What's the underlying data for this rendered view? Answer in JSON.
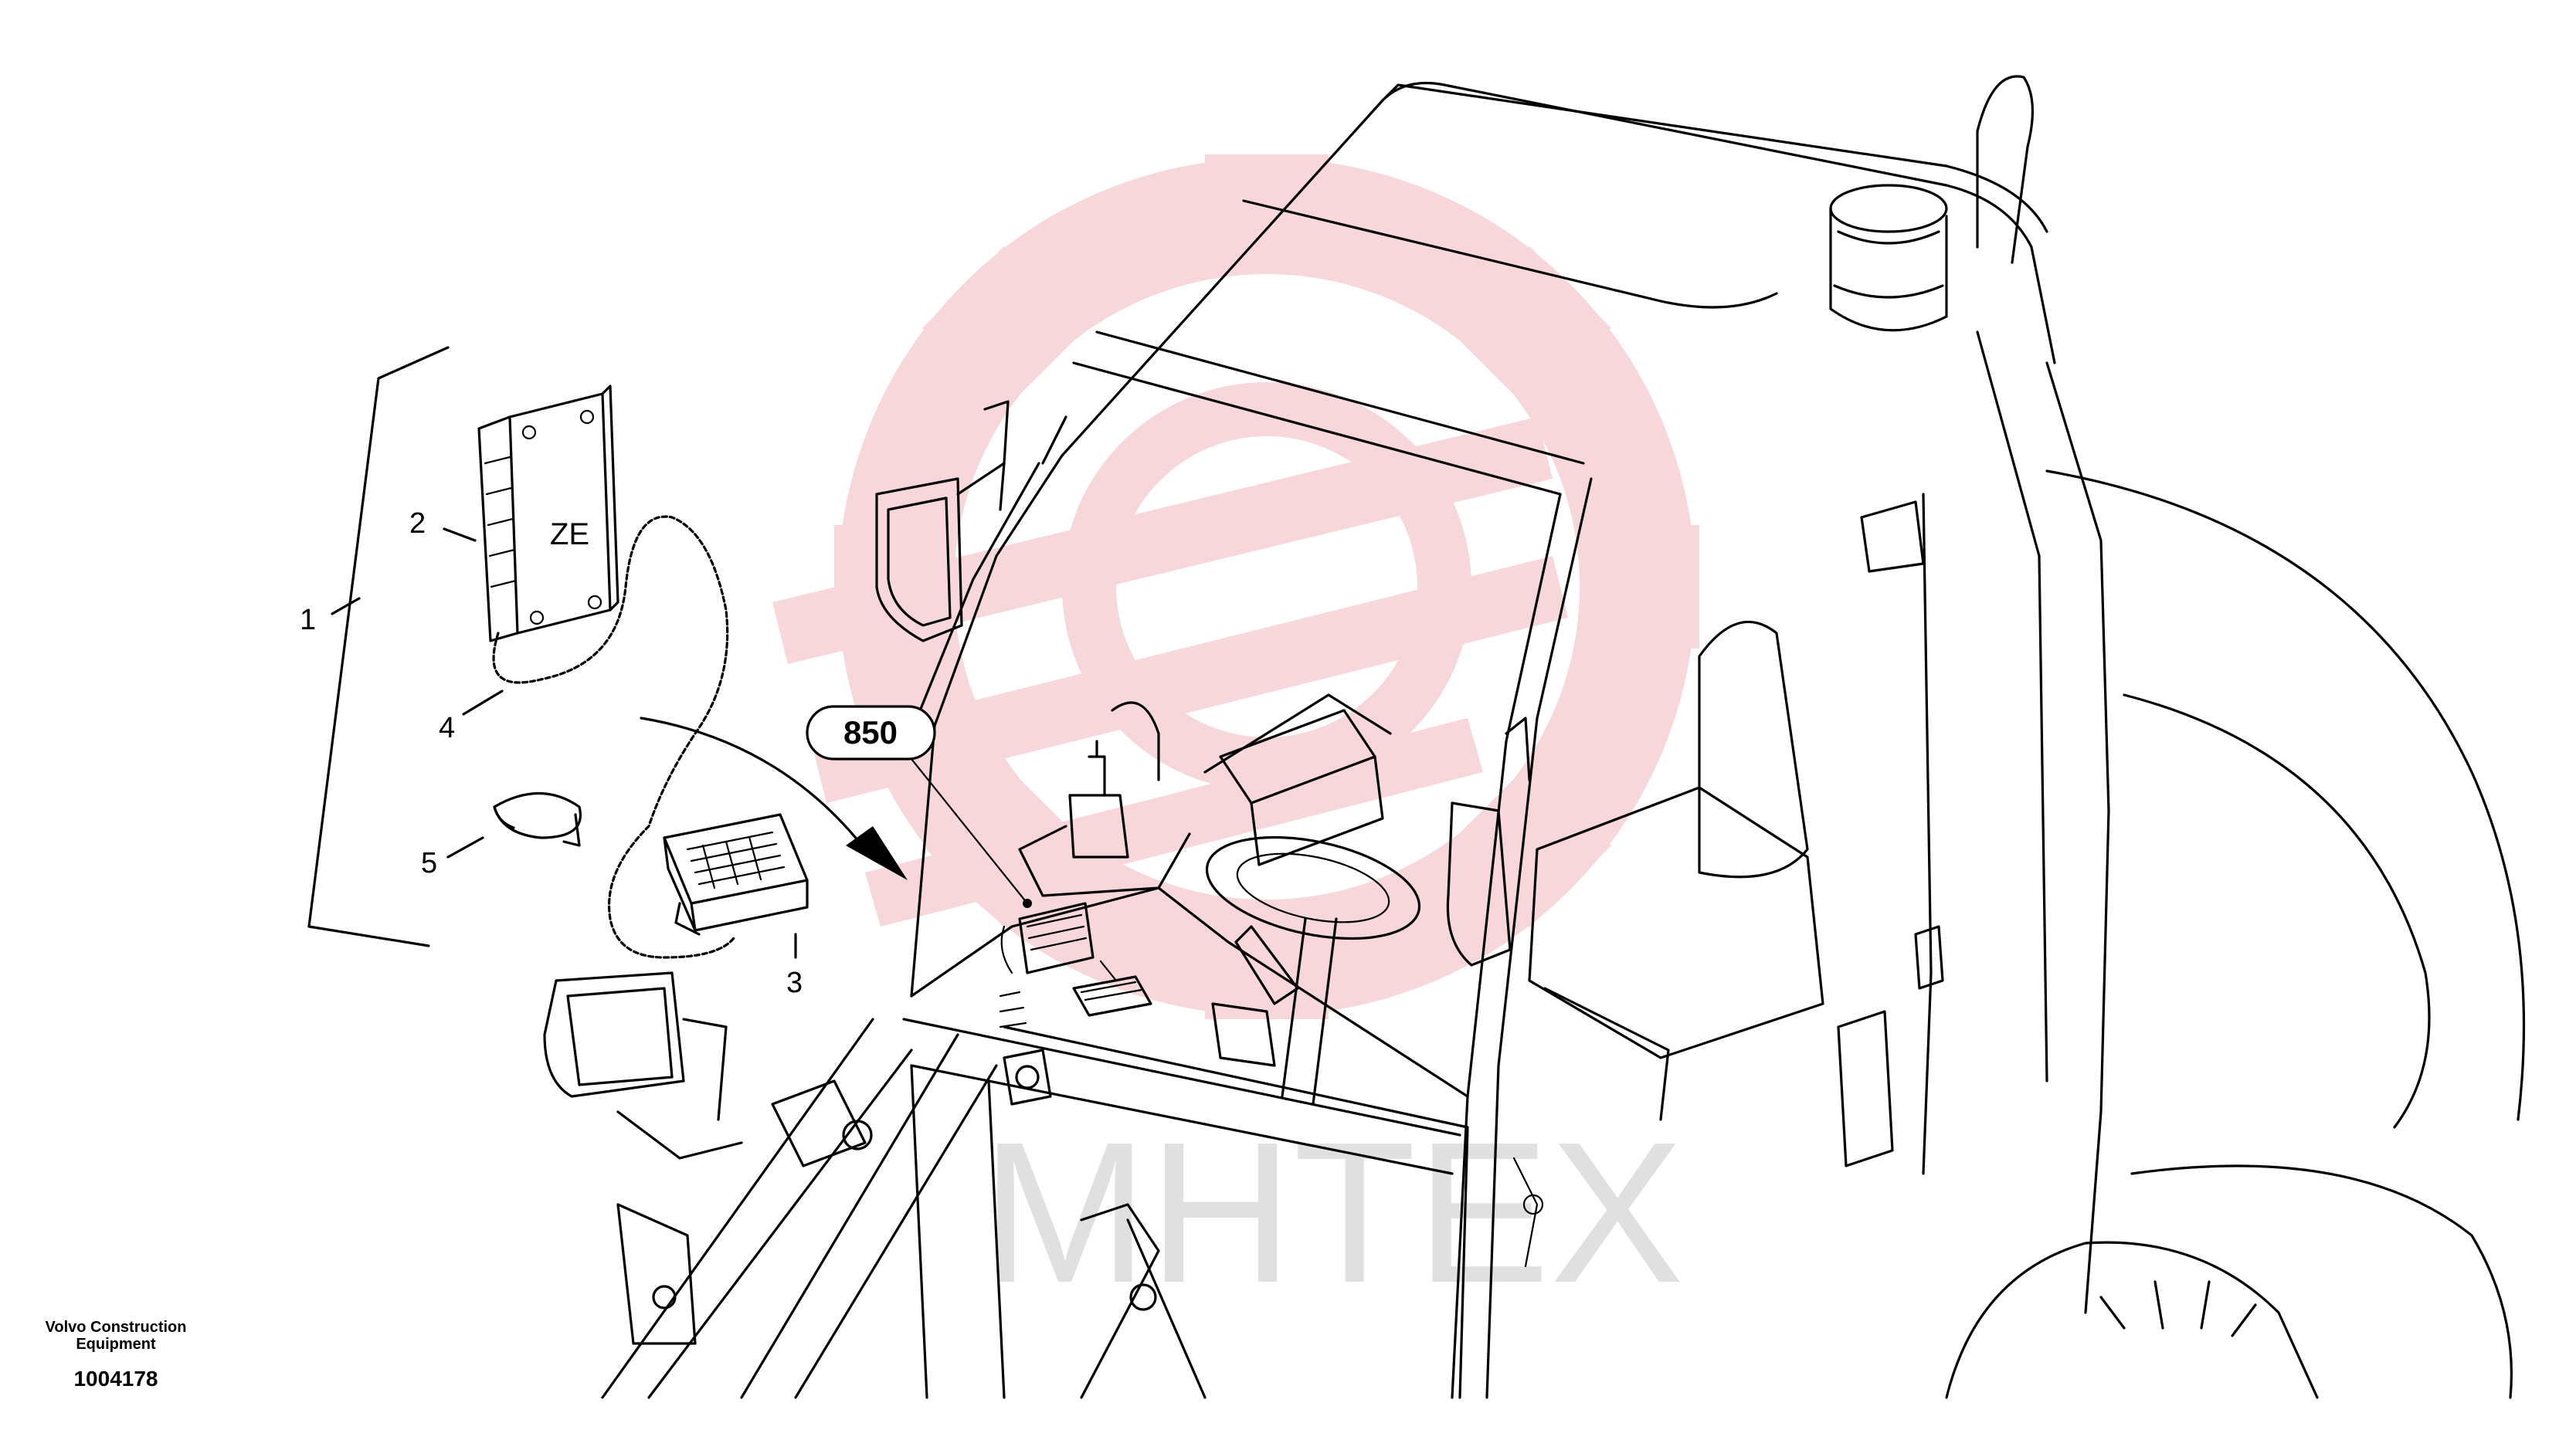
{
  "callouts": {
    "c1": "1",
    "c2": "2",
    "c3": "3",
    "c4": "4",
    "c5": "5"
  },
  "module_label": "ZE",
  "group_ref": "850",
  "watermark": "MHTEX",
  "footer": {
    "brand_line1": "Volvo Construction",
    "brand_line2": "Equipment",
    "drawing_number": "1004178"
  },
  "colors": {
    "line": "#000000",
    "watermark_red": "#f2b8bc",
    "watermark_gray": "#d6d6d6"
  }
}
